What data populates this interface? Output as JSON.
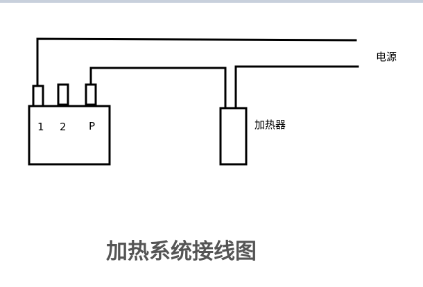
{
  "colors": {
    "top_strip": "#c8d0dc",
    "line": "#000000",
    "caption": "#555555"
  },
  "diagram": {
    "terminals": [
      "1",
      "2",
      "P"
    ],
    "power_label": "电源",
    "heater_label": "加热器",
    "caption": "加热系统接线图"
  }
}
